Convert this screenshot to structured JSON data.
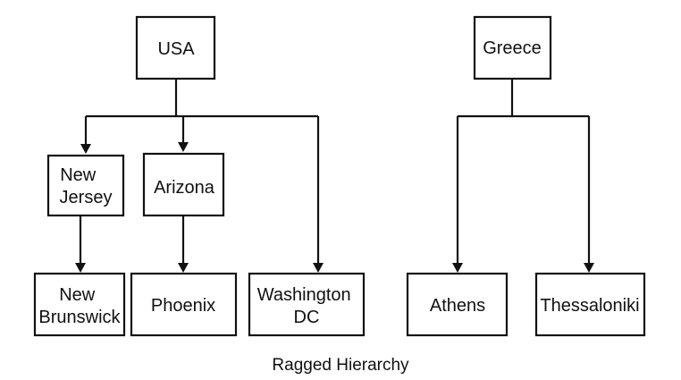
{
  "caption": "Ragged Hierarchy",
  "nodes": {
    "usa": [
      "USA"
    ],
    "new_jersey": [
      "New",
      "Jersey"
    ],
    "arizona": [
      "Arizona"
    ],
    "new_brunswick": [
      "New",
      "Brunswick"
    ],
    "phoenix": [
      "Phoenix"
    ],
    "washington_dc": [
      "Washington",
      "DC"
    ],
    "greece": [
      "Greece"
    ],
    "athens": [
      "Athens"
    ],
    "thessaloniki": [
      "Thessaloniki"
    ]
  }
}
